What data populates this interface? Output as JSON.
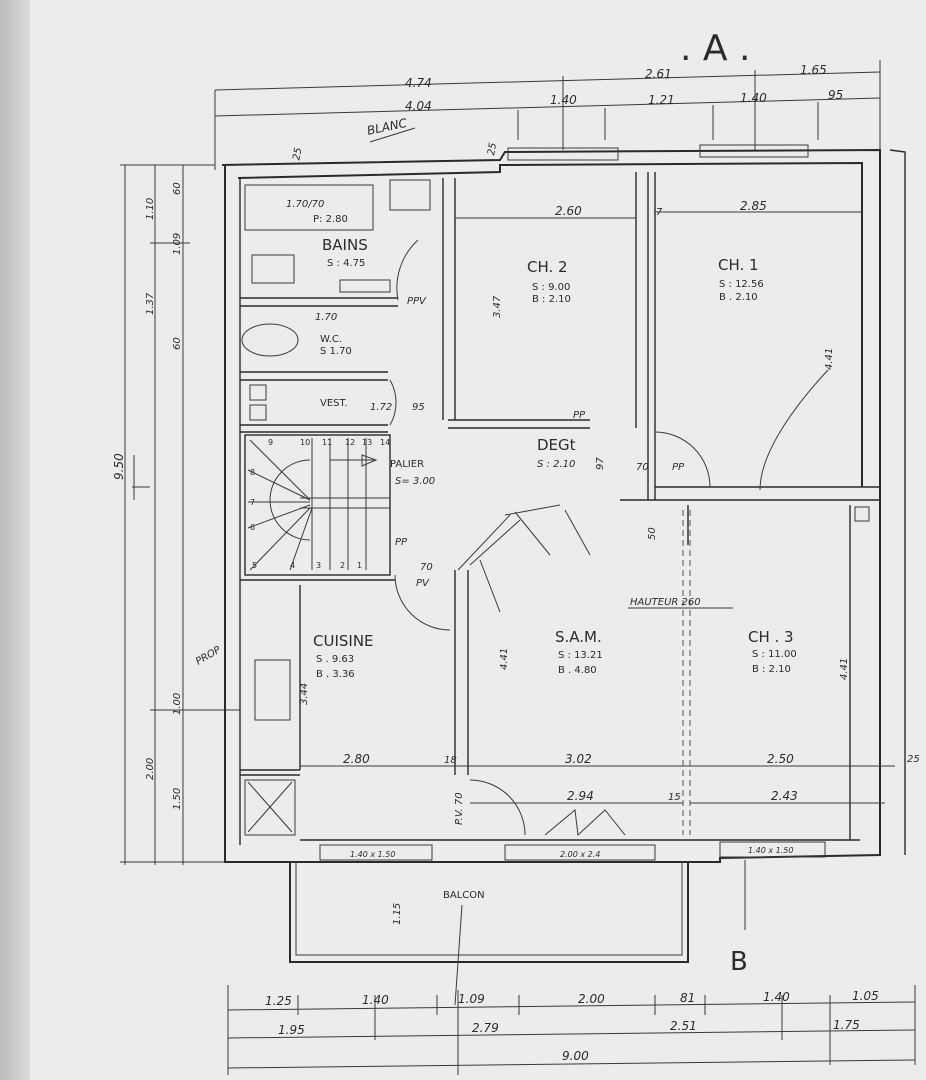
{
  "plan": {
    "section_marks": {
      "top": ". A .",
      "bottom": "B"
    },
    "annotation_blanc": "BLANC",
    "annotation_hauteur": "HAUTEUR 260",
    "annotation_prop": "PROP",
    "rooms": {
      "bains": {
        "name": "BAINS",
        "surface": "S : 4.75",
        "bath": "P: 2.80",
        "bath_size": "1.70/70"
      },
      "wc": {
        "name": "W.C.",
        "surface": "S 1.70"
      },
      "vest": {
        "name": "VEST."
      },
      "palier": {
        "name": "PALIER",
        "surface": "S= 3.00"
      },
      "ch2": {
        "name": "CH. 2",
        "surface": "S : 9.00",
        "b": "B : 2.10"
      },
      "ch1": {
        "name": "CH. 1",
        "surface": "S : 12.56",
        "b": "B . 2.10"
      },
      "deg": {
        "name": "DEGt",
        "surface": "S : 2.10"
      },
      "cuisine": {
        "name": "CUISINE",
        "surface": "S . 9.63",
        "b": "B . 3.36"
      },
      "sam": {
        "name": "S.A.M.",
        "surface": "S : 13.21",
        "b": "B . 4.80"
      },
      "ch3": {
        "name": "CH . 3",
        "surface": "S : 11.00",
        "b": "B : 2.10"
      },
      "balcon": {
        "name": "BALCON"
      }
    },
    "door_labels": {
      "ppv": "PPV",
      "pp1": "PP",
      "pp2": "PP",
      "pp3": "PP",
      "pv": "PV",
      "pv70": "P.V. 70",
      "d70a": "70",
      "d70b": "70",
      "d97": "97"
    },
    "stair_numbers": [
      "1",
      "2",
      "3",
      "4",
      "5",
      "6",
      "7",
      "8",
      "9",
      "10",
      "11",
      "12",
      "13",
      "14"
    ],
    "windows": {
      "kitchen": "1.40 x 1.50",
      "sam_door": "2.00 x 2.4",
      "ch3": "1.40 x 1.50"
    },
    "dimensions_top": {
      "row1": [
        "4.74",
        "2.61",
        "1.65"
      ],
      "row2": [
        "4.04",
        "1.40",
        "1.21",
        "1.40",
        "95"
      ],
      "wall": [
        "25",
        "25"
      ]
    },
    "dimensions_bottom": {
      "row1": [
        "1.25",
        "1.40",
        "1.09",
        "2.00",
        "81",
        "1.40",
        "1.05"
      ],
      "row2": [
        "1.95",
        "2.79",
        "2.51",
        "1.75"
      ],
      "total": "9.00"
    },
    "dimensions_left": {
      "outer": "9.50",
      "mid_top": [
        "1.10",
        "1.37"
      ],
      "inner_top": [
        "60",
        "1.09",
        "60"
      ],
      "mid_bottom": "2.00",
      "inner_bottom": [
        "1.00",
        "1.50"
      ]
    },
    "dimensions_interior": {
      "ch2_width": "2.60",
      "ch2_depth": "3.47",
      "ch1_width": "2.85",
      "ch1_depth": "4.41",
      "wc_width": "1.70",
      "vest_depth": "1.72",
      "vest_width": "95",
      "cuisine_width": "2.80",
      "cuisine_depth": "3.44",
      "sam_width": "3.02",
      "sam_depth": "4.41",
      "sam_inner": "2.94",
      "ch3_width": "2.50",
      "ch3_inner": "2.43",
      "ch3_depth": "4.41",
      "balcon_depth": "1.15",
      "deg_depth": "50",
      "wall_15": "15",
      "wall_18": "18",
      "wall_25": "25",
      "wall_7": "7"
    }
  }
}
